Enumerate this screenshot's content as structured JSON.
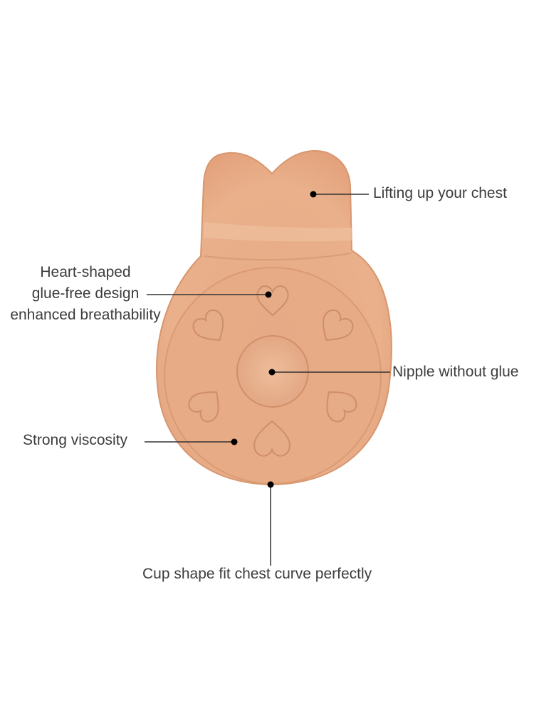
{
  "callouts": {
    "lifting": "Lifting up your chest",
    "heart": {
      "line1": "Heart-shaped",
      "line2": "glue-free design",
      "line3": "enhanced breathability"
    },
    "nipple": "Nipple without glue",
    "strong": "Strong viscosity",
    "cup": "Cup shape fit chest curve perfectly"
  },
  "colors": {
    "product_fill": "#e8ad88",
    "product_edge": "#d49672",
    "center_disc": "#ebb896",
    "heart_fill": "#e6b08d",
    "leader_line": "#333333",
    "text": "#3c3c3c"
  }
}
